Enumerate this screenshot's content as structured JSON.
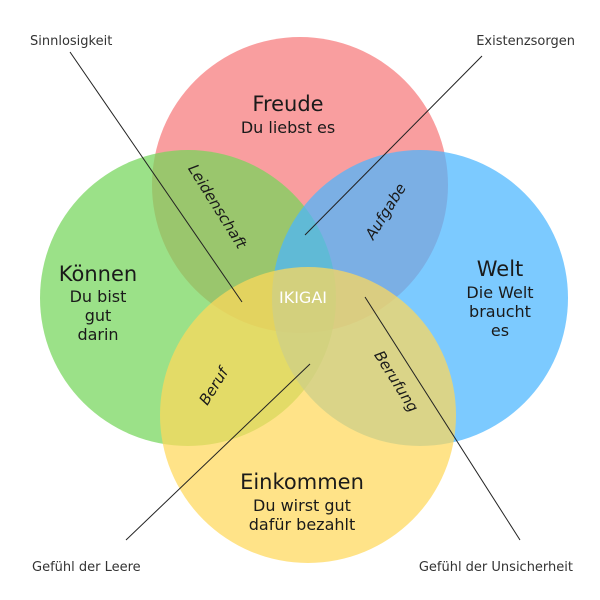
{
  "colors": {
    "freude": "#f7787a",
    "welt": "#49b6ff",
    "koennen": "#74d65a",
    "einkommen": "#ffd85a",
    "center_text": "#ffffff",
    "lines": "#222222"
  },
  "circles": {
    "freude": {
      "title": "Freude",
      "lines": [
        "Du liebst es"
      ]
    },
    "koennen": {
      "title": "Können",
      "lines": [
        "Du bist",
        "gut",
        "darin"
      ]
    },
    "welt": {
      "title": "Welt",
      "lines": [
        "Die Welt",
        "braucht",
        "es"
      ]
    },
    "einkommen": {
      "title": "Einkommen",
      "lines": [
        "Du wirst gut",
        "dafür bezahlt"
      ]
    }
  },
  "overlaps": {
    "leidenschaft": "Leidenschaft",
    "aufgabe": "Aufgabe",
    "beruf": "Beruf",
    "berufung": "Berufung"
  },
  "center": "IKIGAI",
  "corners": {
    "top_left": "Sinnlosigkeit",
    "top_right": "Existenzsorgen",
    "bottom_left": "Gefühl der Leere",
    "bottom_right": "Gefühl der Unsicherheit"
  }
}
